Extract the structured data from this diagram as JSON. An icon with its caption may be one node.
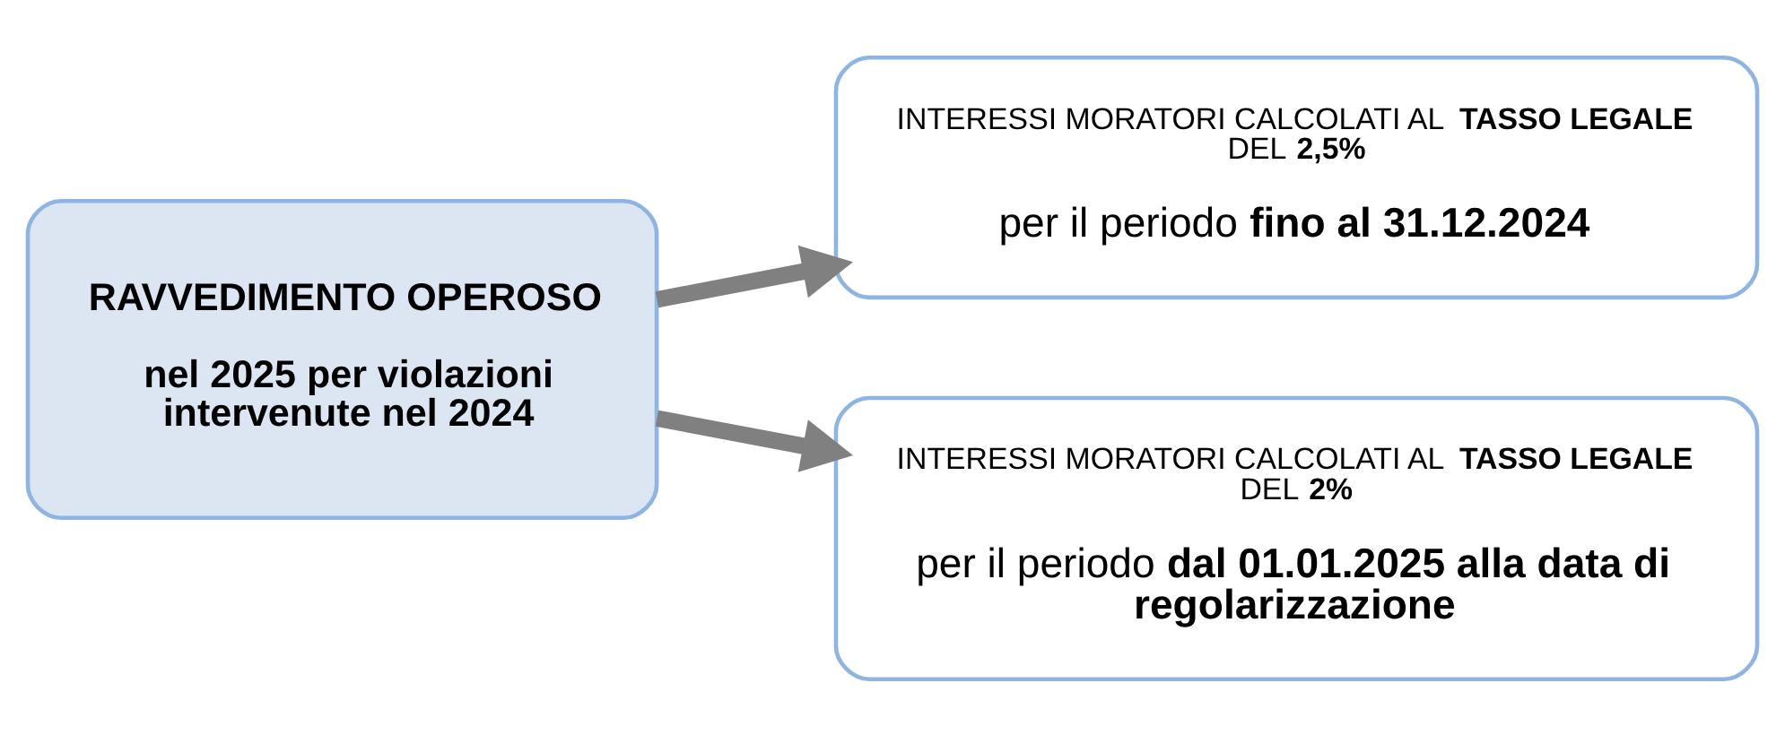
{
  "diagram": {
    "nodes": [
      {
        "text": [
          "RAVVEDIMENTO OPEROSO",
          "nel 2025 per violazioni intervenute nel 2024"
        ]
      },
      {
        "text": [
          "INTERESSI MORATORI CALCOLATI AL **TASSO LEGALE** DEL **2,5%**",
          "per il periodo **fino al 31.12.2024**"
        ]
      },
      {
        "text": [
          "INTERESSI MORATORI CALCOLATI AL **TASSO LEGALE** DEL **2%**",
          "per il periodo **dal 01.01.2025 alla data di regolarizzazione**"
        ]
      }
    ],
    "edges": [
      {
        "from": 0,
        "to": 1,
        "arrow": "to"
      },
      {
        "from": 0,
        "to": 2,
        "arrow": "to"
      }
    ]
  }
}
